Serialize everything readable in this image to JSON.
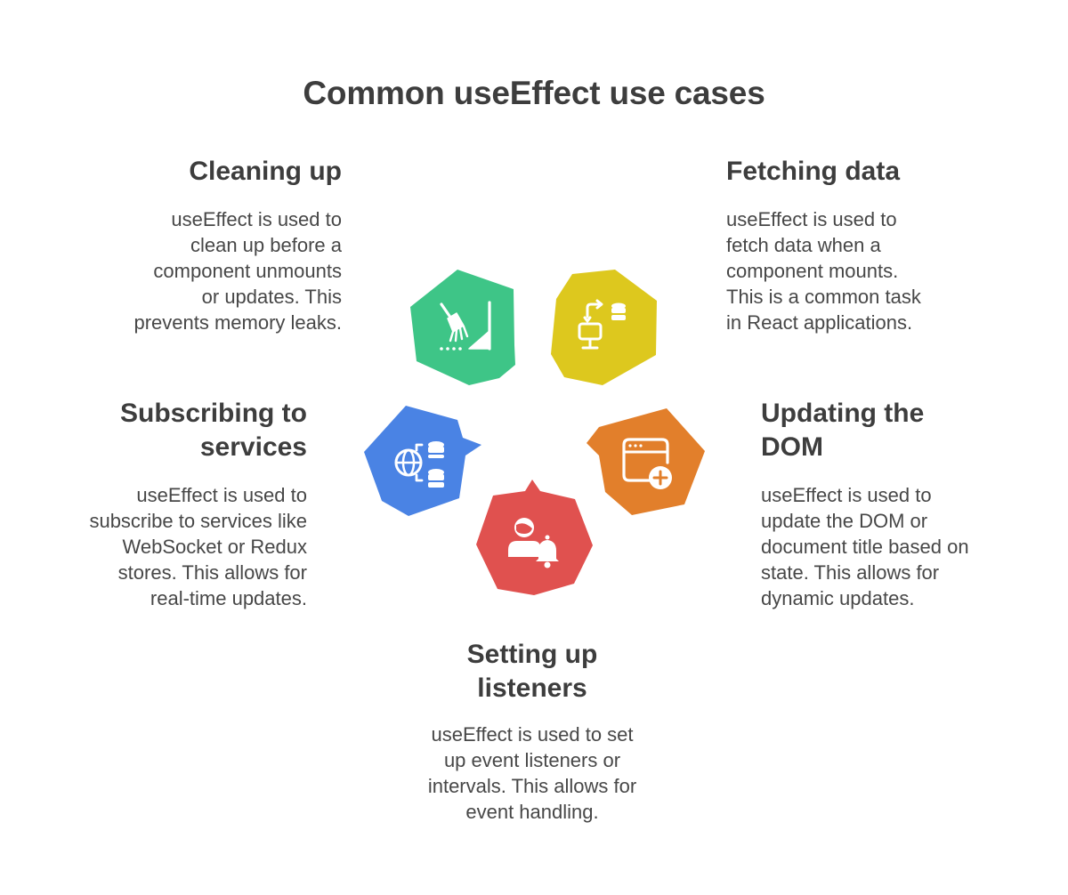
{
  "title": "Common useEffect use cases",
  "items": {
    "cleaning_up": {
      "heading": "Cleaning up",
      "text": "useEffect is used to\nclean up before a\ncomponent unmounts\nor updates. This\nprevents memory leaks.",
      "color": "#3ec587",
      "icon": "broom-icon"
    },
    "fetching_data": {
      "heading": "Fetching data",
      "text": "useEffect is used to\nfetch data when a\ncomponent mounts.\nThis is a common task\nin React applications.",
      "color": "#ddc81e",
      "icon": "monitor-database-sync-icon"
    },
    "subscribing": {
      "heading": "Subscribing to\nservices",
      "text": "useEffect is used to\nsubscribe to services like\nWebSocket or Redux\nstores. This allows for\nreal-time updates.",
      "color": "#4a83e4",
      "icon": "globe-database-icon"
    },
    "updating_dom": {
      "heading": "Updating the\nDOM",
      "text": "useEffect is used to\nupdate the DOM or\ndocument title based on\nstate. This allows for\ndynamic updates.",
      "color": "#e27f2b",
      "icon": "browser-window-add-icon"
    },
    "listeners": {
      "heading": "Setting up\nlisteners",
      "text": "useEffect is used to set\nup event listeners or\nintervals. This allows for\nevent handling.",
      "color": "#e0514f",
      "icon": "user-bell-icon"
    }
  }
}
